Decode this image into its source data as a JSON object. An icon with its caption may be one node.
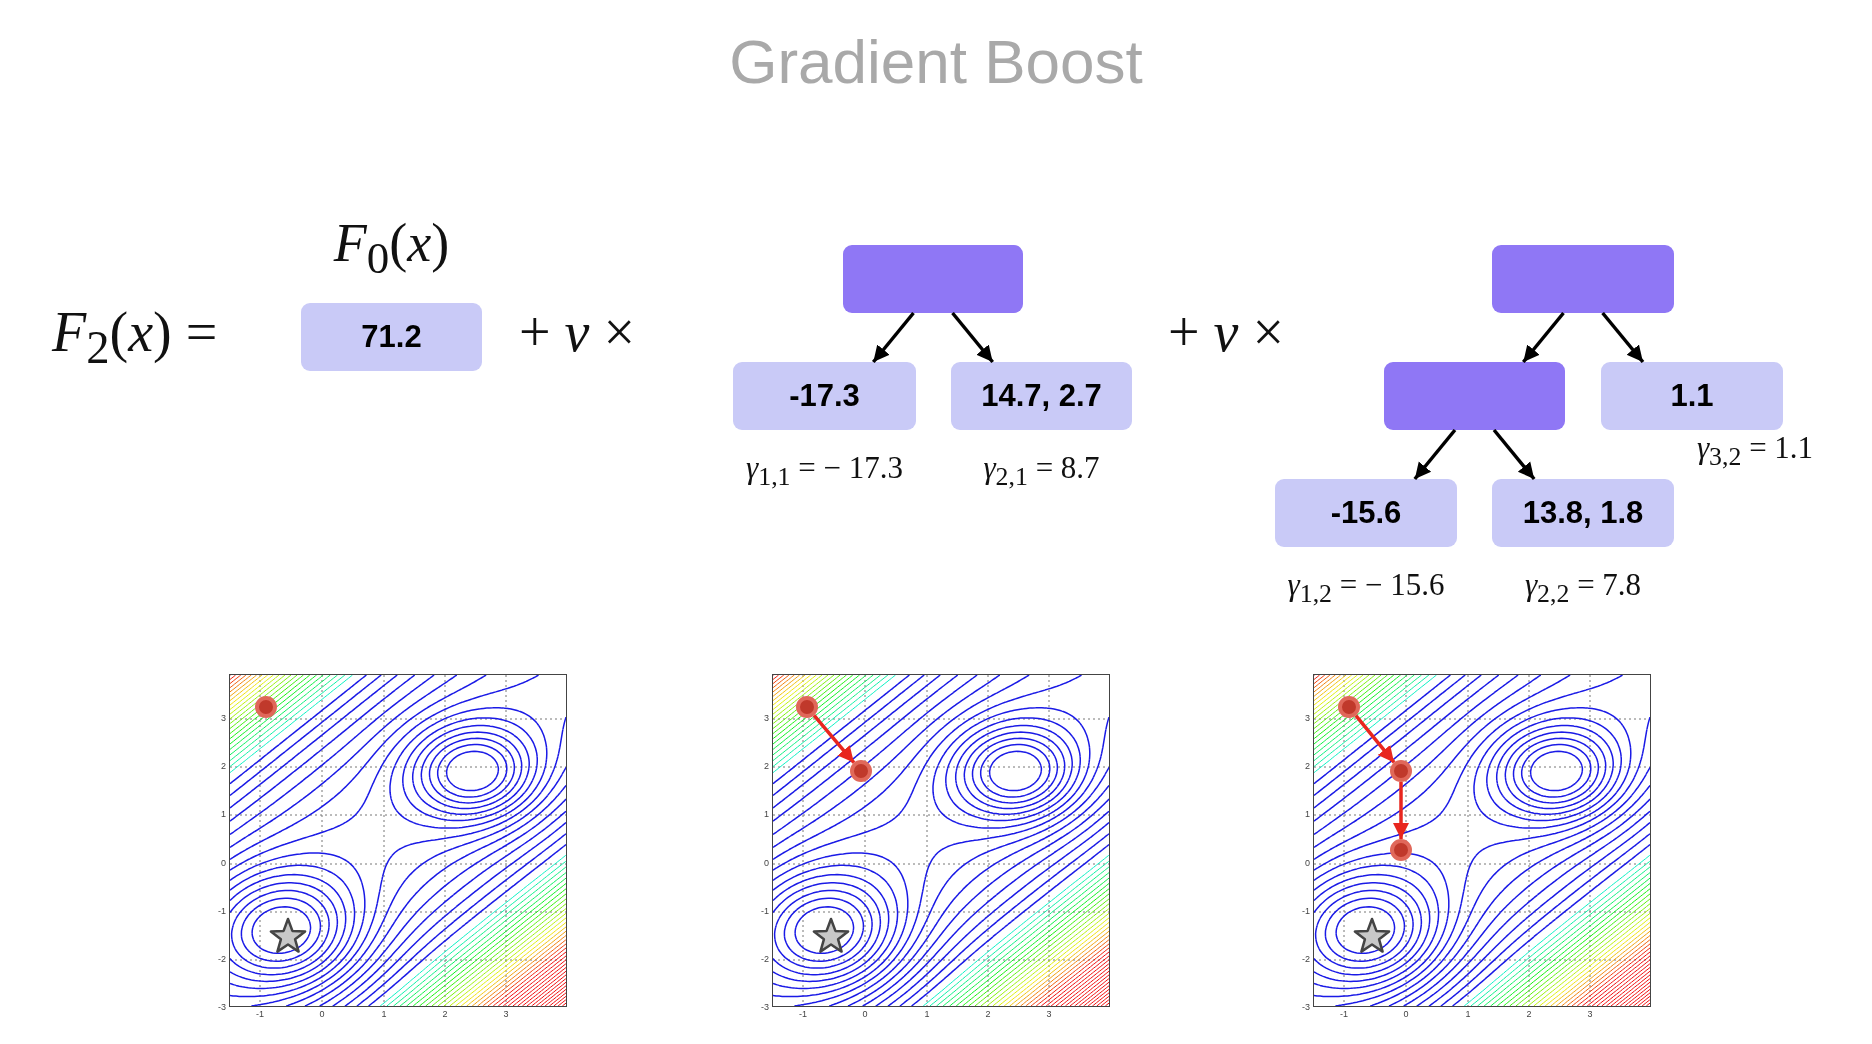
{
  "diagram": {
    "title": "Gradient Boost",
    "nodes": [
      {
        "text": [
          "*F*$_{0}$(*x*)",
          "71.2"
        ]
      },
      {
        "text": [],
        "shape": "box"
      },
      {
        "text": [
          "-17.3"
        ],
        "beside": [
          "*γ*$_{1,1}$ = − 17.3"
        ]
      },
      {
        "text": [
          "14.7, 2.7"
        ],
        "beside": [
          "*γ*$_{2,1}$ = 8.7"
        ]
      },
      {
        "text": [],
        "shape": "box"
      },
      {
        "text": [],
        "shape": "box"
      },
      {
        "text": [
          "1.1"
        ],
        "beside": [
          "*γ*$_{3,2}$ = 1.1"
        ]
      },
      {
        "text": [
          "-15.6"
        ],
        "beside": [
          "*γ*$_{1,2}$ = − 15.6"
        ]
      },
      {
        "text": [
          "13.8, 1.8"
        ],
        "beside": [
          "*γ*$_{2,2}$ = 7.8"
        ]
      },
      {
        "text": [],
        "shape": "picture"
      },
      {
        "text": [],
        "shape": "picture"
      },
      {
        "text": [],
        "shape": "picture"
      },
      {
        "text": [],
        "shape": "circle",
        "in": 9
      },
      {
        "text": [],
        "shape": "circle",
        "in": 10
      },
      {
        "text": [],
        "shape": "circle",
        "in": 10
      },
      {
        "text": [],
        "shape": "circle",
        "in": 11
      },
      {
        "text": [],
        "shape": "circle",
        "in": 11
      },
      {
        "text": [],
        "shape": "circle",
        "in": 11
      }
    ],
    "edges": [
      {
        "from": 1,
        "to": 2,
        "arrow": "to"
      },
      {
        "from": 1,
        "to": 3,
        "arrow": "to"
      },
      {
        "from": 4,
        "to": 5,
        "arrow": "to"
      },
      {
        "from": 4,
        "to": 6,
        "arrow": "to"
      },
      {
        "from": 5,
        "to": 7,
        "arrow": "to"
      },
      {
        "from": 5,
        "to": 8,
        "arrow": "to"
      },
      {
        "from": 13,
        "to": 14,
        "arrow": "to",
        "color": "#e8261e"
      },
      {
        "from": 15,
        "to": 16,
        "arrow": "to",
        "color": "#e8261e"
      },
      {
        "from": 16,
        "to": 17,
        "arrow": "to",
        "color": "#e8261e"
      }
    ],
    "labels": [
      "*F*$_{2}$(*x*) =",
      "+ *ν* ×",
      "+ *ν* ×",
      "3",
      "2",
      "1",
      "0",
      "-1",
      "-2",
      "-3",
      "-1",
      "0",
      "1",
      "2",
      "3",
      "3",
      "2",
      "1",
      "0",
      "-1",
      "-2",
      "-3",
      "-1",
      "0",
      "1",
      "2",
      "3",
      "3",
      "2",
      "1",
      "0",
      "-1",
      "-2",
      "-3",
      "-1",
      "0",
      "1",
      "2",
      "3"
    ]
  }
}
